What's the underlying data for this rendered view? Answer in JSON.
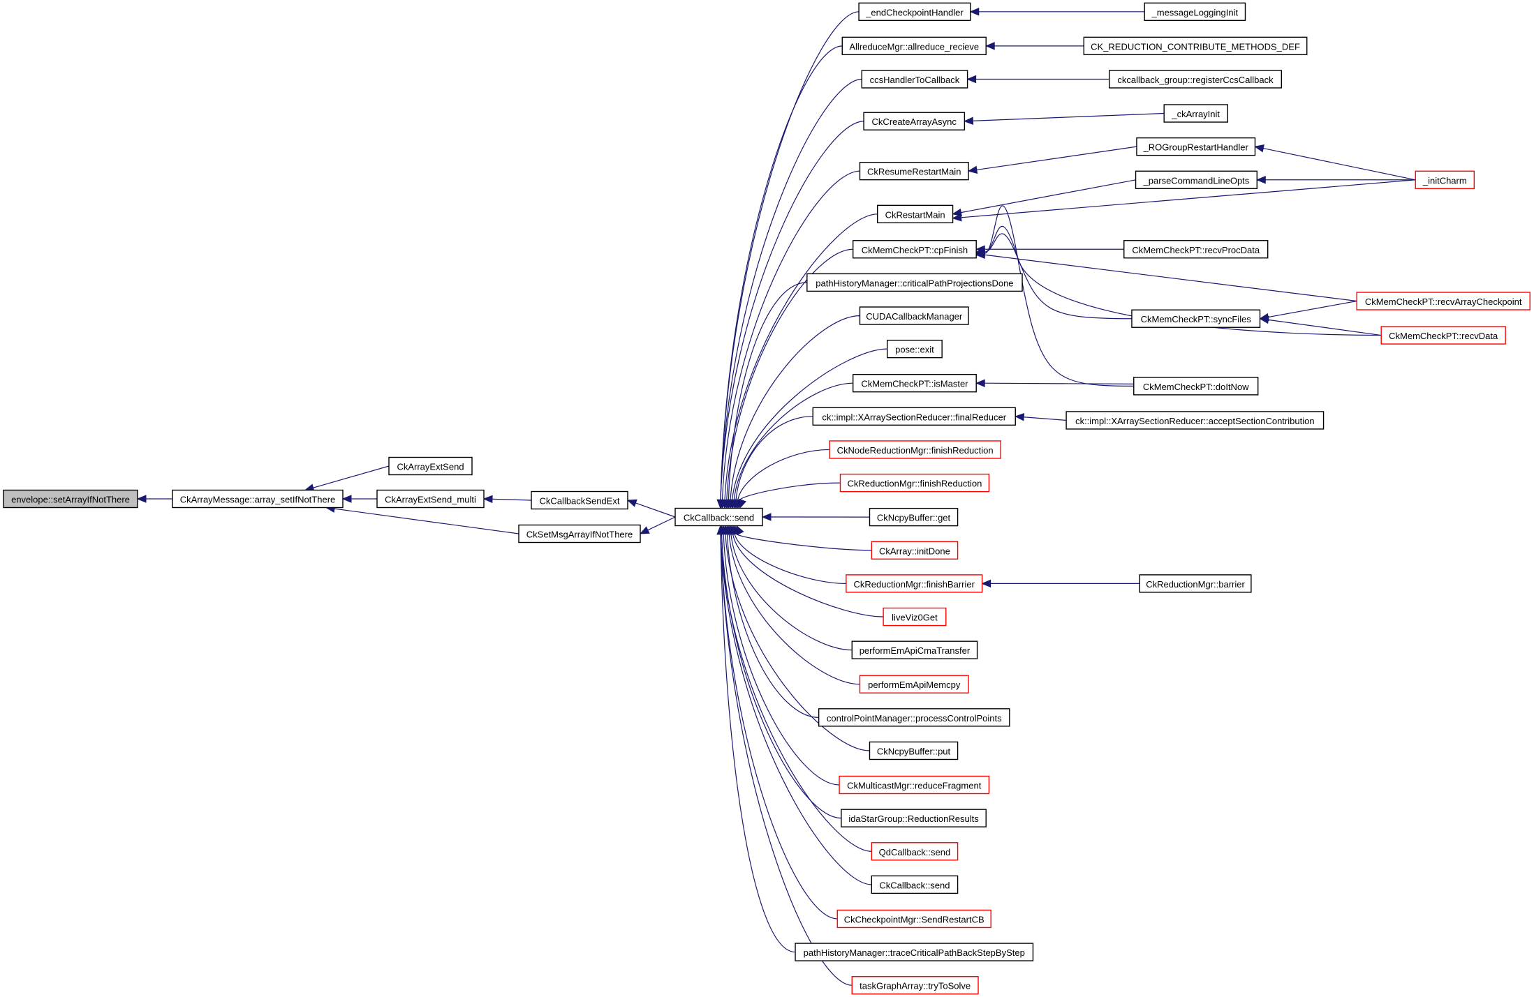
{
  "graph": {
    "title": "envelope::setArrayIfNotThere caller graph",
    "colors": {
      "edge": "#191970",
      "node_border": "#000000",
      "node_border_truncated": "#ff0000",
      "focus_fill": "#bfbfbf",
      "node_fill": "#ffffff"
    },
    "nodes": [
      {
        "id": "n_env",
        "label": "envelope::setArrayIfNotThere",
        "focus": true,
        "truncated": false
      },
      {
        "id": "n_arr",
        "label": "CkArrayMessage::array_setIfNotThere",
        "truncated": false
      },
      {
        "id": "n_ext",
        "label": "CkArrayExtSend",
        "truncated": false
      },
      {
        "id": "n_extm",
        "label": "CkArrayExtSend_multi",
        "truncated": false
      },
      {
        "id": "n_cbse",
        "label": "CkCallbackSendExt",
        "truncated": false
      },
      {
        "id": "n_setmsg",
        "label": "CkSetMsgArrayIfNotThere",
        "truncated": false
      },
      {
        "id": "n_cbs",
        "label": "CkCallback::send",
        "truncated": false
      },
      {
        "id": "b1",
        "label": "_endCheckpointHandler",
        "truncated": false
      },
      {
        "id": "b2",
        "label": "AllreduceMgr::allreduce_recieve",
        "truncated": false
      },
      {
        "id": "b3",
        "label": "ccsHandlerToCallback",
        "truncated": false
      },
      {
        "id": "b4",
        "label": "CkCreateArrayAsync",
        "truncated": false
      },
      {
        "id": "b5",
        "label": "CkResumeRestartMain",
        "truncated": false
      },
      {
        "id": "b6",
        "label": "CkRestartMain",
        "truncated": false
      },
      {
        "id": "b7",
        "label": "CkMemCheckPT::cpFinish",
        "truncated": false
      },
      {
        "id": "b8",
        "label": "pathHistoryManager::criticalPathProjectionsDone",
        "truncated": false
      },
      {
        "id": "b9",
        "label": "CUDACallbackManager",
        "truncated": false
      },
      {
        "id": "b10",
        "label": "pose::exit",
        "truncated": false
      },
      {
        "id": "b11",
        "label": "CkMemCheckPT::isMaster",
        "truncated": false
      },
      {
        "id": "b12",
        "label": "ck::impl::XArraySectionReducer::finalReducer",
        "truncated": false
      },
      {
        "id": "b13",
        "label": "CkNodeReductionMgr::finishReduction",
        "truncated": true
      },
      {
        "id": "b14",
        "label": "CkReductionMgr::finishReduction",
        "truncated": true
      },
      {
        "id": "b15",
        "label": "CkNcpyBuffer::get",
        "truncated": false
      },
      {
        "id": "b16",
        "label": "CkArray::initDone",
        "truncated": true
      },
      {
        "id": "b17",
        "label": "CkReductionMgr::finishBarrier",
        "truncated": true
      },
      {
        "id": "b18",
        "label": "liveViz0Get",
        "truncated": true
      },
      {
        "id": "b19",
        "label": "performEmApiCmaTransfer",
        "truncated": false
      },
      {
        "id": "b20",
        "label": "performEmApiMemcpy",
        "truncated": true
      },
      {
        "id": "b21",
        "label": "controlPointManager::processControlPoints",
        "truncated": false
      },
      {
        "id": "b22",
        "label": "CkNcpyBuffer::put",
        "truncated": false
      },
      {
        "id": "b23",
        "label": "CkMulticastMgr::reduceFragment",
        "truncated": true
      },
      {
        "id": "b24",
        "label": "idaStarGroup::ReductionResults",
        "truncated": false
      },
      {
        "id": "b25",
        "label": "QdCallback::send",
        "truncated": true
      },
      {
        "id": "b26",
        "label": "CkCallback::send",
        "truncated": false
      },
      {
        "id": "b27",
        "label": "CkCheckpointMgr::SendRestartCB",
        "truncated": true
      },
      {
        "id": "b28",
        "label": "pathHistoryManager::traceCriticalPathBackStepByStep",
        "truncated": false
      },
      {
        "id": "b29",
        "label": "taskGraphArray::tryToSolve",
        "truncated": true
      },
      {
        "id": "c1",
        "label": "_messageLoggingInit",
        "truncated": false
      },
      {
        "id": "c2",
        "label": "CK_REDUCTION_CONTRIBUTE_METHODS_DEF",
        "truncated": false
      },
      {
        "id": "c3",
        "label": "ckcallback_group::registerCcsCallback",
        "truncated": false
      },
      {
        "id": "c4",
        "label": "_ckArrayInit",
        "truncated": false
      },
      {
        "id": "c5",
        "label": "_ROGroupRestartHandler",
        "truncated": false
      },
      {
        "id": "c6",
        "label": "_parseCommandLineOpts",
        "truncated": false
      },
      {
        "id": "c7",
        "label": "CkMemCheckPT::recvProcData",
        "truncated": false
      },
      {
        "id": "c8",
        "label": "CkMemCheckPT::syncFiles",
        "truncated": false
      },
      {
        "id": "c9",
        "label": "CkMemCheckPT::doItNow",
        "truncated": false
      },
      {
        "id": "c10",
        "label": "ck::impl::XArraySectionReducer::acceptSectionContribution",
        "truncated": false
      },
      {
        "id": "c11",
        "label": "CkReductionMgr::barrier",
        "truncated": false
      },
      {
        "id": "d1",
        "label": "_initCharm",
        "truncated": true
      },
      {
        "id": "d2",
        "label": "CkMemCheckPT::recvArrayCheckpoint",
        "truncated": true
      },
      {
        "id": "d3",
        "label": "CkMemCheckPT::recvData",
        "truncated": true
      }
    ],
    "edges": [
      {
        "from": "n_arr",
        "to": "n_env"
      },
      {
        "from": "n_ext",
        "to": "n_arr"
      },
      {
        "from": "n_extm",
        "to": "n_arr"
      },
      {
        "from": "n_setmsg",
        "to": "n_arr"
      },
      {
        "from": "n_cbse",
        "to": "n_extm"
      },
      {
        "from": "n_cbs",
        "to": "n_cbse"
      },
      {
        "from": "n_cbs",
        "to": "n_setmsg"
      },
      {
        "from": "b1",
        "to": "n_cbs"
      },
      {
        "from": "b2",
        "to": "n_cbs"
      },
      {
        "from": "b3",
        "to": "n_cbs"
      },
      {
        "from": "b4",
        "to": "n_cbs"
      },
      {
        "from": "b5",
        "to": "n_cbs"
      },
      {
        "from": "b6",
        "to": "n_cbs"
      },
      {
        "from": "b7",
        "to": "n_cbs"
      },
      {
        "from": "b8",
        "to": "n_cbs"
      },
      {
        "from": "b9",
        "to": "n_cbs"
      },
      {
        "from": "b10",
        "to": "n_cbs"
      },
      {
        "from": "b11",
        "to": "n_cbs"
      },
      {
        "from": "b12",
        "to": "n_cbs"
      },
      {
        "from": "b13",
        "to": "n_cbs"
      },
      {
        "from": "b14",
        "to": "n_cbs"
      },
      {
        "from": "b15",
        "to": "n_cbs"
      },
      {
        "from": "b16",
        "to": "n_cbs"
      },
      {
        "from": "b17",
        "to": "n_cbs"
      },
      {
        "from": "b18",
        "to": "n_cbs"
      },
      {
        "from": "b19",
        "to": "n_cbs"
      },
      {
        "from": "b20",
        "to": "n_cbs"
      },
      {
        "from": "b21",
        "to": "n_cbs"
      },
      {
        "from": "b22",
        "to": "n_cbs"
      },
      {
        "from": "b23",
        "to": "n_cbs"
      },
      {
        "from": "b24",
        "to": "n_cbs"
      },
      {
        "from": "b25",
        "to": "n_cbs"
      },
      {
        "from": "b26",
        "to": "n_cbs"
      },
      {
        "from": "b27",
        "to": "n_cbs"
      },
      {
        "from": "b28",
        "to": "n_cbs"
      },
      {
        "from": "b29",
        "to": "n_cbs"
      },
      {
        "from": "c1",
        "to": "b1"
      },
      {
        "from": "c2",
        "to": "b2"
      },
      {
        "from": "c3",
        "to": "b3"
      },
      {
        "from": "c4",
        "to": "b4"
      },
      {
        "from": "c5",
        "to": "b5"
      },
      {
        "from": "c6",
        "to": "b6"
      },
      {
        "from": "d1",
        "to": "b6"
      },
      {
        "from": "d1",
        "to": "c5"
      },
      {
        "from": "d1",
        "to": "c6"
      },
      {
        "from": "c7",
        "to": "b7"
      },
      {
        "from": "d2",
        "to": "b7"
      },
      {
        "from": "c8",
        "to": "b7"
      },
      {
        "from": "d3",
        "to": "b7"
      },
      {
        "from": "c9",
        "to": "b7"
      },
      {
        "from": "d2",
        "to": "c8"
      },
      {
        "from": "d3",
        "to": "c8"
      },
      {
        "from": "c9",
        "to": "b11"
      },
      {
        "from": "c10",
        "to": "b12"
      },
      {
        "from": "c11",
        "to": "b17"
      }
    ]
  }
}
